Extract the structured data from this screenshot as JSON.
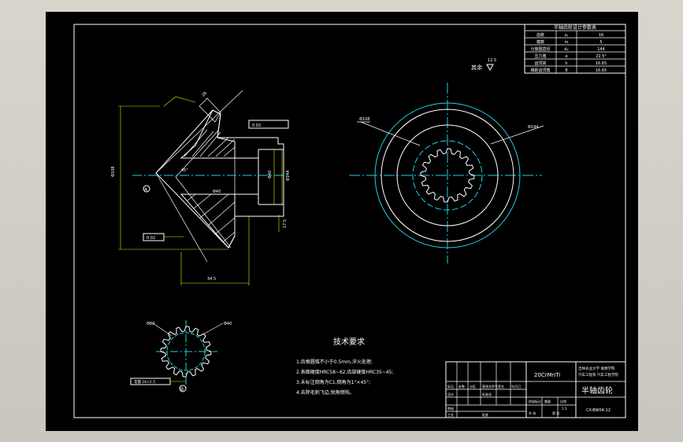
{
  "params_table": {
    "title": "半轴齿轮设计参数表",
    "rows": [
      {
        "name": "齿数",
        "symbol": "z₂",
        "value": "16"
      },
      {
        "name": "模数",
        "symbol": "m",
        "value": "5"
      },
      {
        "name": "分度圆直径",
        "symbol": "d₂",
        "value": "144"
      },
      {
        "name": "压力角",
        "symbol": "α",
        "value": "22.5°"
      },
      {
        "name": "齿顶高",
        "symbol": "h",
        "value": "16.65"
      },
      {
        "name": "锥距齿顶角",
        "symbol": "θ",
        "value": "16.65"
      }
    ]
  },
  "roughness_note": "其余",
  "roughness_value": "12.5",
  "tech_req": {
    "title": "技术要求",
    "items": [
      "1.齿根圆弧不小于0.5mm,淬火处理;",
      "2.表面硬度HRC58~62,齿部硬度HRC35~45;",
      "3.未标注倒角为C1,倒角为1°×45°;",
      "4.去除毛刺飞边,锐角倒钝。"
    ]
  },
  "title_block": {
    "material": "20CrMnTi",
    "school": "吉林农业大学 发明学院",
    "school2": "汽车工程系 汽车工程学院",
    "part_name": "半轴齿轮",
    "drawing_no": "CX-BW04-12",
    "scale": "1:1",
    "labels": [
      "标记",
      "处数",
      "分区",
      "更改文件号",
      "签名",
      "年月日",
      "设计",
      "标准化",
      "审核",
      "工艺",
      "批准",
      "阶段标记",
      "重量",
      "比例",
      "共 张",
      "第 张"
    ]
  },
  "dims": {
    "dia_left": "Φ108",
    "dia_outer_cone": "Φ144",
    "dia_bore": "Φ40",
    "len_total": "34.5",
    "len_right": "17.5",
    "spline_label": "Φ80",
    "runout_box": "0.02",
    "datum_a": "A",
    "datum_b": "B",
    "face_dim": "28",
    "angle_label": "45°",
    "small_dia": "Φ40",
    "spline_box": "花键 16×2.5"
  }
}
